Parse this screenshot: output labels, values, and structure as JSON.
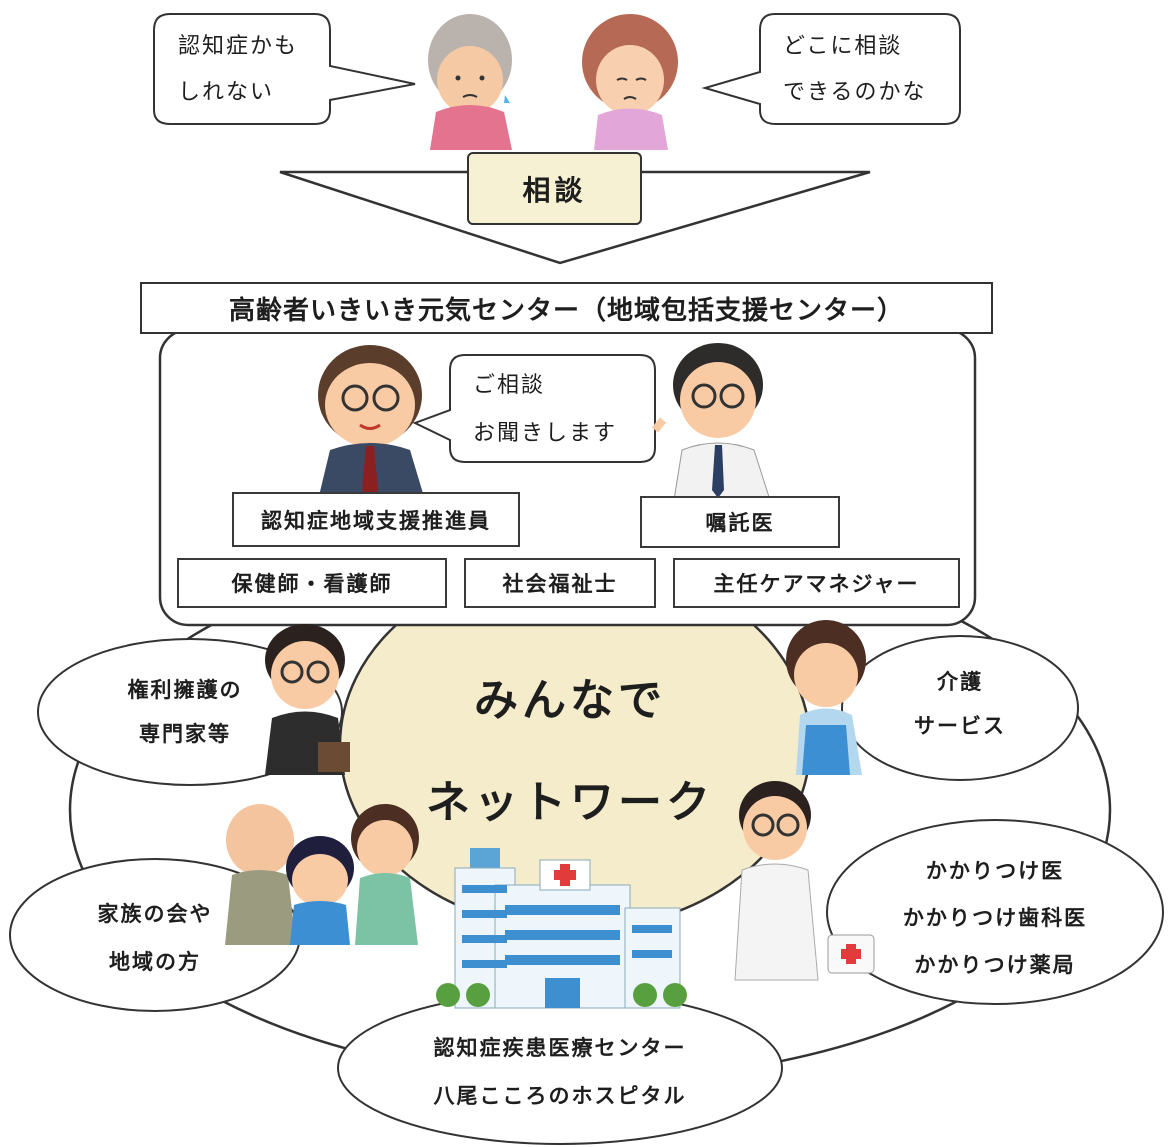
{
  "top": {
    "speech_left": [
      "認知症かも",
      "しれない"
    ],
    "speech_right": [
      "どこに相談",
      "できるのかな"
    ],
    "consult_label": "相談"
  },
  "center_banner": "高齢者いきいき元気センター（地域包括支援センター）",
  "center_staff": {
    "speech": [
      "ご相談",
      "お聞きします"
    ],
    "roles": [
      "認知症地域支援推進員",
      "嘱託医",
      "保健師・看護師",
      "社会福祉士",
      "主任ケアマネジャー"
    ]
  },
  "network": {
    "title": [
      "みんなで",
      "ネットワーク"
    ],
    "partners": {
      "rights": [
        "権利擁護の",
        "専門家等"
      ],
      "care": [
        "介護",
        "サービス"
      ],
      "family": [
        "家族の会や",
        "地域の方"
      ],
      "doctors": [
        "かかりつけ医",
        "かかりつけ歯科医",
        "かかりつけ薬局"
      ],
      "hospital": [
        "認知症疾患医療センター",
        "八尾こころのホスピタル"
      ]
    }
  },
  "colors": {
    "network_fill": "#f5eccb",
    "consult_box": "#f7f1d4",
    "outline": "#333333"
  }
}
